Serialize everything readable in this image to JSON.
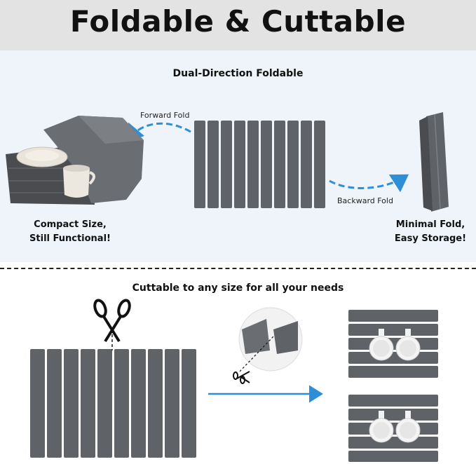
{
  "header": {
    "title": "Foldable & Cuttable"
  },
  "top": {
    "title": "Dual-Direction Foldable",
    "forward_label": "Forward Fold",
    "backward_label": "Backward Fold",
    "left_caption_1": "Compact Size,",
    "left_caption_2": "Still Functional!",
    "right_caption_1": "Minimal Fold,",
    "right_caption_2": "Easy Storage!"
  },
  "bottom": {
    "title": "Cuttable to any size for all your needs"
  },
  "colors": {
    "panel": "#eef4fa",
    "slat": "#5f6266",
    "slat_dark": "#4a4c50",
    "arrow": "#2f8fd6",
    "header_bg": "#e3e3e3"
  },
  "icons": [
    "scissors-icon",
    "cup-icon",
    "plate-icon",
    "arrow-icon"
  ]
}
